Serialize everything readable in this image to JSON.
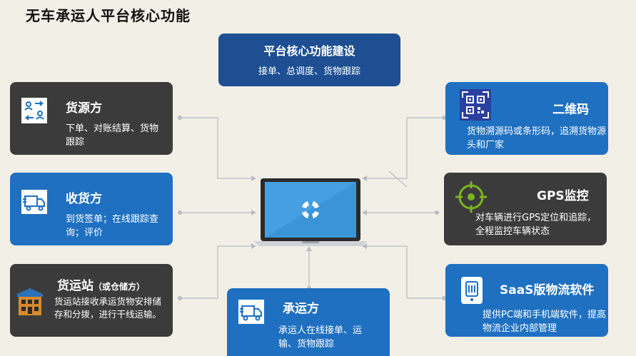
{
  "title": "无车承运人平台核心功能",
  "center": {
    "title": "平台核心功能建设",
    "desc": "接单、总调度、货物跟踪"
  },
  "nodes": {
    "shipper": {
      "title": "货源方",
      "desc": "下单、对账结算、货物跟踪",
      "icon": "exchange-people-icon"
    },
    "consignee": {
      "title": "收货方",
      "desc": "到货签单；在线跟踪查询；评价",
      "icon": "delivery-truck-icon"
    },
    "station": {
      "title": "货运站",
      "subtitle": "（或仓储方）",
      "desc": "货运站接收承运货物安排储存和分拨，进行干线运输。",
      "icon": "warehouse-icon"
    },
    "carrier": {
      "title": "承运方",
      "desc": "承运人在线接单、运输、货物跟踪",
      "icon": "delivery-truck-icon"
    },
    "qrcode": {
      "title": "二维码",
      "desc": "货物溯源码或条形码，追溯货物源头和厂家",
      "icon": "qr-code-icon"
    },
    "gps": {
      "title": "GPS监控",
      "desc": "对车辆进行GPS定位和追踪，全程监控车辆状态",
      "icon": "target-icon"
    },
    "saas": {
      "title": "SaaS版物流软件",
      "desc": "提供PC端和手机端软件，提高物流企业内部管理",
      "icon": "phone-truck-icon"
    }
  },
  "colors": {
    "dark": "#3c3b3b",
    "blue": "#1f70c1",
    "navy": "#1d4f92",
    "background": "#f2efe7",
    "gps_green": "#7ab51d"
  }
}
